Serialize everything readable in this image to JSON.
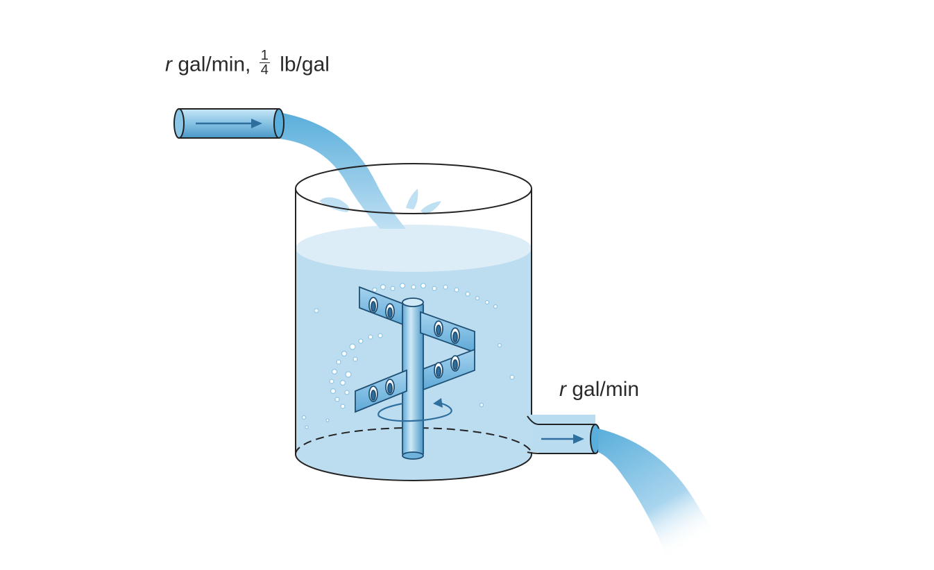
{
  "inflow": {
    "rate_var": "r",
    "rate_unit": "gal/min,",
    "conc_num": "1",
    "conc_den": "4",
    "conc_unit": "lb/gal"
  },
  "outflow": {
    "rate_var": "r",
    "rate_unit": "gal/min"
  },
  "colors": {
    "water": "#b9dcf0",
    "water_surface": "#dcedf8",
    "pipe": "#8cc6e6",
    "pipe_dark": "#3d88b8",
    "outline": "#222222",
    "arrow": "#2f6f9e"
  },
  "icons": [
    "inlet-pipe",
    "outlet-pipe",
    "mixing-tank",
    "stirrer-paddle",
    "rotation-arrow",
    "bubbles"
  ]
}
